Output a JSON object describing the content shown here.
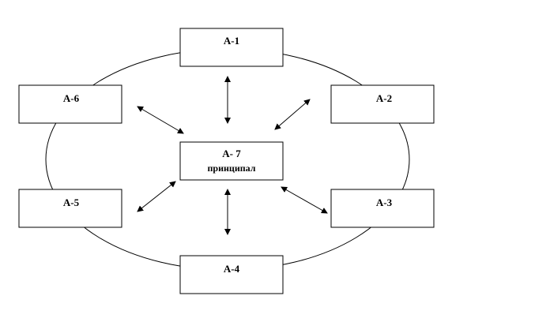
{
  "diagram": {
    "nodes": [
      {
        "id": "a1",
        "label": "А-1"
      },
      {
        "id": "a2",
        "label": "А-2"
      },
      {
        "id": "a3",
        "label": "А-3"
      },
      {
        "id": "a4",
        "label": "А-4"
      },
      {
        "id": "a5",
        "label": "А-5"
      },
      {
        "id": "a6",
        "label": "А-6"
      },
      {
        "id": "a7",
        "label": "А- 7",
        "sublabel": "принципал"
      }
    ],
    "edges": [
      {
        "from": "a7",
        "to": "a1",
        "direction": "both"
      },
      {
        "from": "a7",
        "to": "a2",
        "direction": "both"
      },
      {
        "from": "a7",
        "to": "a3",
        "direction": "both"
      },
      {
        "from": "a7",
        "to": "a4",
        "direction": "both"
      },
      {
        "from": "a7",
        "to": "a5",
        "direction": "both"
      },
      {
        "from": "a7",
        "to": "a6",
        "direction": "both"
      }
    ]
  }
}
